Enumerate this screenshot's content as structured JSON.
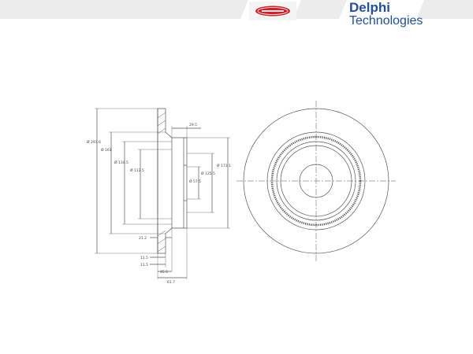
{
  "header": {
    "brand_line1": "Delphi",
    "brand_line2": "Technologies",
    "brand_color": "#1f4fa3",
    "badge_color": "#d0202a",
    "logo_badge_icon": "delphi-oval-logo"
  },
  "drawing": {
    "section_view": {
      "dims": {
        "outer_diameter": "Ø 297.6",
        "diameter_2": "Ø 161",
        "diameter_3": "Ø 134.5",
        "diameter_4": "Ø 112.5",
        "hub_top": "29.5",
        "diameter_5": "Ø 173.1",
        "diameter_6": "Ø 125.5",
        "diameter_7": "Ø 57.5",
        "thickness": "21.2",
        "bottom_1": "11.5",
        "bottom_2": "11.5",
        "bottom_3": "45.5",
        "bottom_4": "61.7"
      }
    },
    "front_view": {
      "icon": "brake-disc-front-view"
    }
  }
}
